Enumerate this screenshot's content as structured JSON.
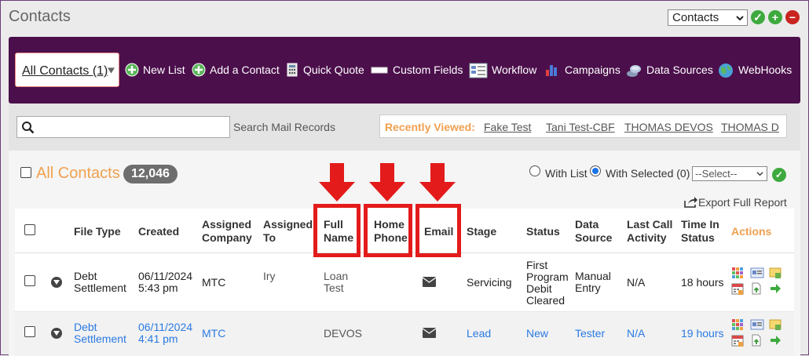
{
  "header": {
    "title": "Contacts",
    "view_select": "Contacts"
  },
  "nav": {
    "list_dropdown": "All Contacts (1)",
    "items": [
      {
        "label": "New List",
        "icon": "plus-circle-icon"
      },
      {
        "label": "Add a Contact",
        "icon": "plus-circle-icon"
      },
      {
        "label": "Quick Quote",
        "icon": "calculator-icon"
      },
      {
        "label": "Custom Fields",
        "icon": "field-icon"
      },
      {
        "label": "Workflow",
        "icon": "workflow-icon"
      },
      {
        "label": "Campaigns",
        "icon": "bar-chart-icon"
      },
      {
        "label": "Data Sources",
        "icon": "database-icon"
      },
      {
        "label": "WebHooks",
        "icon": "globe-icon"
      }
    ]
  },
  "search": {
    "placeholder": "",
    "hint": "Search Mail Records"
  },
  "recent": {
    "label": "Recently Viewed:",
    "links": [
      "Fake Test",
      "Tani Test-CBF",
      "THOMAS DEVOS",
      "THOMAS D"
    ]
  },
  "list": {
    "title": "All Contacts",
    "count": "12,046",
    "with_list": "With List",
    "with_selected": "With Selected (0)",
    "action_select": "--Select--",
    "export": "Export Full Report"
  },
  "table": {
    "headers": {
      "file_type": "File Type",
      "created": "Created",
      "assigned_company_1": "Assigned",
      "assigned_company_2": "Company",
      "assigned_to_1": "Assigned",
      "assigned_to_2": "To",
      "full_name_1": "Full",
      "full_name_2": "Name",
      "home_phone_1": "Home",
      "home_phone_2": "Phone",
      "email": "Email",
      "stage": "Stage",
      "status": "Status",
      "data_source_1": "Data",
      "data_source_2": "Source",
      "last_call_1": "Last Call",
      "last_call_2": "Activity",
      "time_in_status_1": "Time In",
      "time_in_status_2": "Status",
      "actions": "Actions"
    },
    "rows": [
      {
        "file_type_1": "Debt",
        "file_type_2": "Settlement",
        "created_1": "06/11/2024",
        "created_2": "5:43 pm",
        "company": "MTC",
        "assigned_to": "Iry",
        "full_name_1": "Loan",
        "full_name_2": "Test",
        "stage": "Servicing",
        "status_1": "First",
        "status_2": "Program",
        "status_3": "Debit",
        "status_4": "Cleared",
        "data_source_1": "Manual",
        "data_source_2": "Entry",
        "last_call": "N/A",
        "time_in_status": "18 hours"
      },
      {
        "file_type_1": "Debt",
        "file_type_2": "Settlement",
        "created_1": "06/11/2024",
        "created_2": "4:41 pm",
        "company": "MTC",
        "full_name": "DEVOS",
        "stage": "Lead",
        "status": "New",
        "data_source": "Tester",
        "last_call": "N/A",
        "time_in_status": "19 hours"
      }
    ]
  },
  "colors": {
    "nav_bg": "#4b0f4b",
    "accent_orange": "#f0a050",
    "highlight_red": "#e41b1b",
    "link_blue": "#2a7ae2"
  }
}
